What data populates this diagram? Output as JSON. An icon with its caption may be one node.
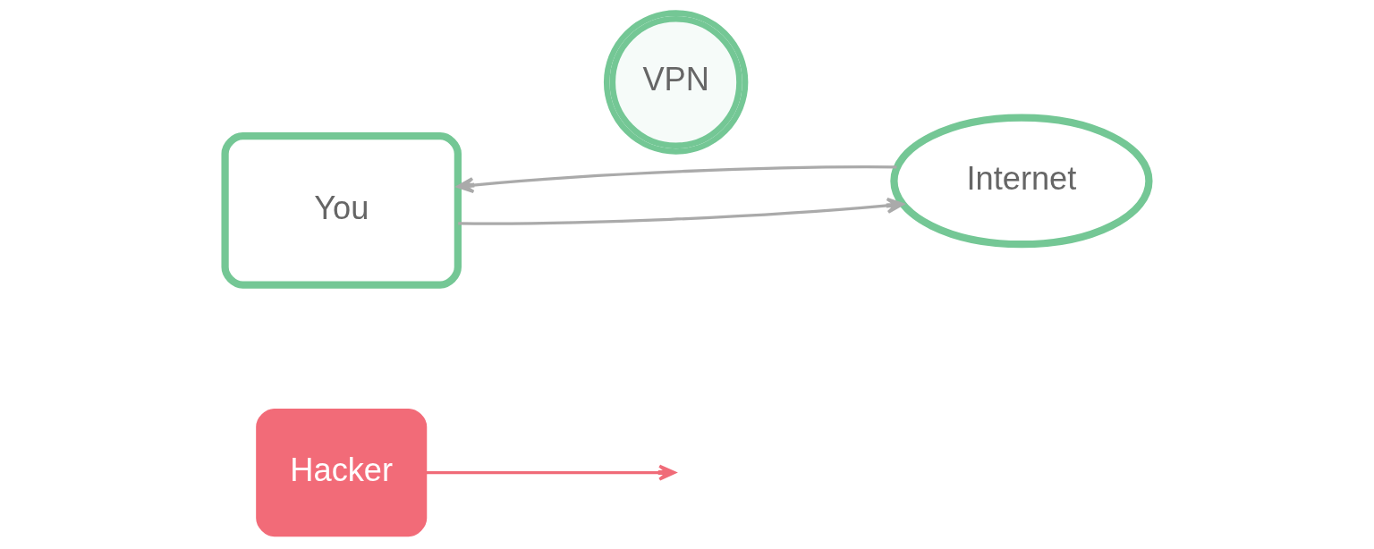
{
  "diagram": {
    "nodes": [
      {
        "text": [
          "Hacker"
        ]
      },
      {
        "text": [
          "You"
        ]
      },
      {
        "text": [
          "VPN"
        ]
      },
      {
        "text": [
          "Internet"
        ]
      }
    ],
    "edges": [
      {
        "from": 1,
        "to": 3,
        "arrow": "to"
      },
      {
        "from": 3,
        "to": 1,
        "arrow": "to"
      },
      {
        "from": 0,
        "to": null,
        "arrow": "to",
        "color": "#f06b78"
      }
    ]
  }
}
